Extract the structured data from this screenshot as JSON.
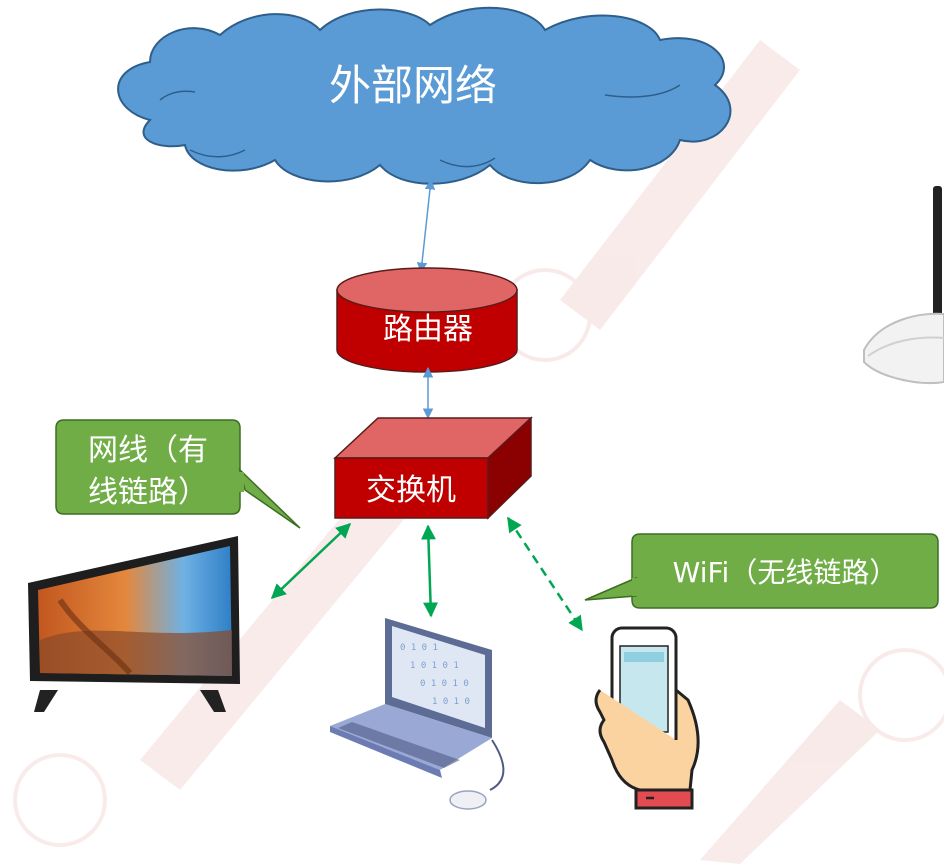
{
  "nodes": {
    "internet": {
      "label": "外部网络"
    },
    "router": {
      "label": "路由器"
    },
    "switch": {
      "label": "交换机"
    }
  },
  "callouts": {
    "wired": {
      "line1": "网线（有",
      "line2": "线链路）"
    },
    "wireless": {
      "text": "WiFi（无线链路）"
    }
  },
  "colors": {
    "cloud": "#5b9bd5",
    "router": "#c00000",
    "callout": "#70ad47",
    "wired_link": "#00a651",
    "uplink": "#5b9bd5"
  }
}
